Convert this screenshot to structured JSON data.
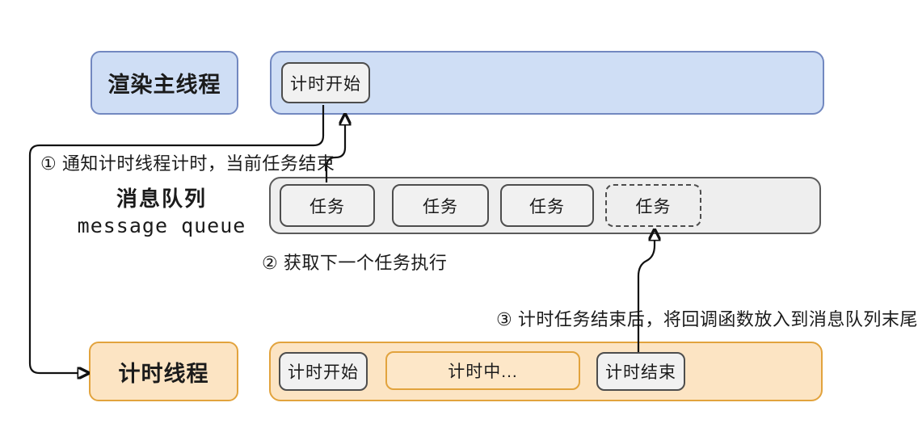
{
  "colors": {
    "blue_fill": "#cfdef5",
    "blue_border": "#7288c0",
    "gray_fill": "#f1f1f1",
    "gray_border": "#4d4d4d",
    "container_gray_fill": "#eeeeee",
    "container_gray_border": "#5a5a5a",
    "orange_fill": "#fce4c3",
    "orange_inner_fill": "#fde7c8",
    "orange_border": "#e2a33d",
    "arrow": "#111111",
    "text": "#1b1b1b"
  },
  "main_thread": {
    "label": "渲染主线程",
    "timer_start": "计时开始"
  },
  "queue": {
    "label_cn": "消息队列",
    "label_en": "message queue",
    "tasks": [
      "任务",
      "任务",
      "任务",
      "任务"
    ]
  },
  "timer_thread": {
    "label": "计时线程",
    "start": "计时开始",
    "running": "计时中...",
    "end": "计时结束"
  },
  "annotations": {
    "step1": "① 通知计时线程计时，当前任务结束",
    "step2": "② 获取下一个任务执行",
    "step3": "③ 计时任务结束后，将回调函数放入到消息队列末尾"
  }
}
